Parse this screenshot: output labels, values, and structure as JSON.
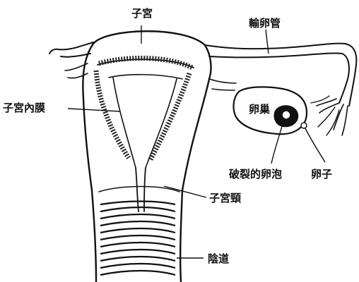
{
  "labels": {
    "uterus": "子宮",
    "fallopian_tube": "輸卵管",
    "endometrium": "子宮內膜",
    "ovary": "卵巢",
    "ruptured_follicle": "破裂的卵泡",
    "ovum": "卵子",
    "cervix": "子宮頸",
    "vagina": "陰道"
  },
  "colors": {
    "ink": "#111111",
    "background": "#ffffff"
  }
}
